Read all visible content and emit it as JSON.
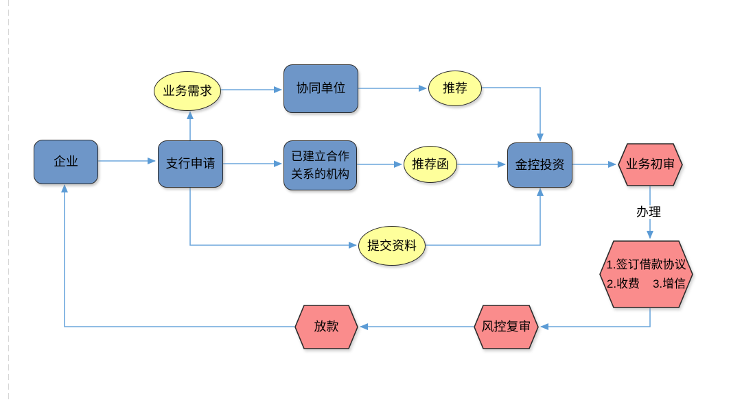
{
  "diagram": {
    "type": "flowchart",
    "nodes": {
      "qiye": {
        "label": "企业",
        "shape": "rounded-rect",
        "fill": "#6e96c8"
      },
      "zhihang": {
        "label": "支行申请",
        "shape": "rounded-rect",
        "fill": "#6e96c8"
      },
      "yewu_xuqiu": {
        "label": "业务需求",
        "shape": "ellipse",
        "fill": "#feff9b"
      },
      "xietong_danwei": {
        "label": "协同单位",
        "shape": "rounded-rect",
        "fill": "#6e96c8"
      },
      "tuijian": {
        "label": "推荐",
        "shape": "ellipse",
        "fill": "#feff9b"
      },
      "yijianli": {
        "line1": "已建立合作",
        "line2": "关系的机构",
        "shape": "rounded-rect",
        "fill": "#6e96c8"
      },
      "tuijianhan": {
        "label": "推荐函",
        "shape": "ellipse",
        "fill": "#feff9b"
      },
      "jinkong_touzi": {
        "label": "金控投资",
        "shape": "rounded-rect",
        "fill": "#6e96c8"
      },
      "yewu_chushen": {
        "label": "业务初审",
        "shape": "hexagon",
        "fill": "#fa8c8c"
      },
      "tijiao_ziliao": {
        "label": "提交资料",
        "shape": "ellipse",
        "fill": "#feff9b"
      },
      "qianding": {
        "line1": "1.签订借款协议",
        "line2": "2.收费    3.增信",
        "shape": "hexagon",
        "fill": "#fa8c8c"
      },
      "fengkong_fushen": {
        "label": "风控复审",
        "shape": "hexagon",
        "fill": "#fa8c8c"
      },
      "fangkuan": {
        "label": "放款",
        "shape": "hexagon",
        "fill": "#fa8c8c"
      }
    },
    "edge_labels": {
      "banli": "办理"
    },
    "colors": {
      "node_blue": "#6e96c8",
      "node_yellow": "#feff9b",
      "node_red": "#fa8c8c",
      "connector_blue": "#6ca6dc",
      "border_dark": "#2a2a2a",
      "margin_guide_gray": "#d6d6d6",
      "background": "#ffffff"
    }
  }
}
